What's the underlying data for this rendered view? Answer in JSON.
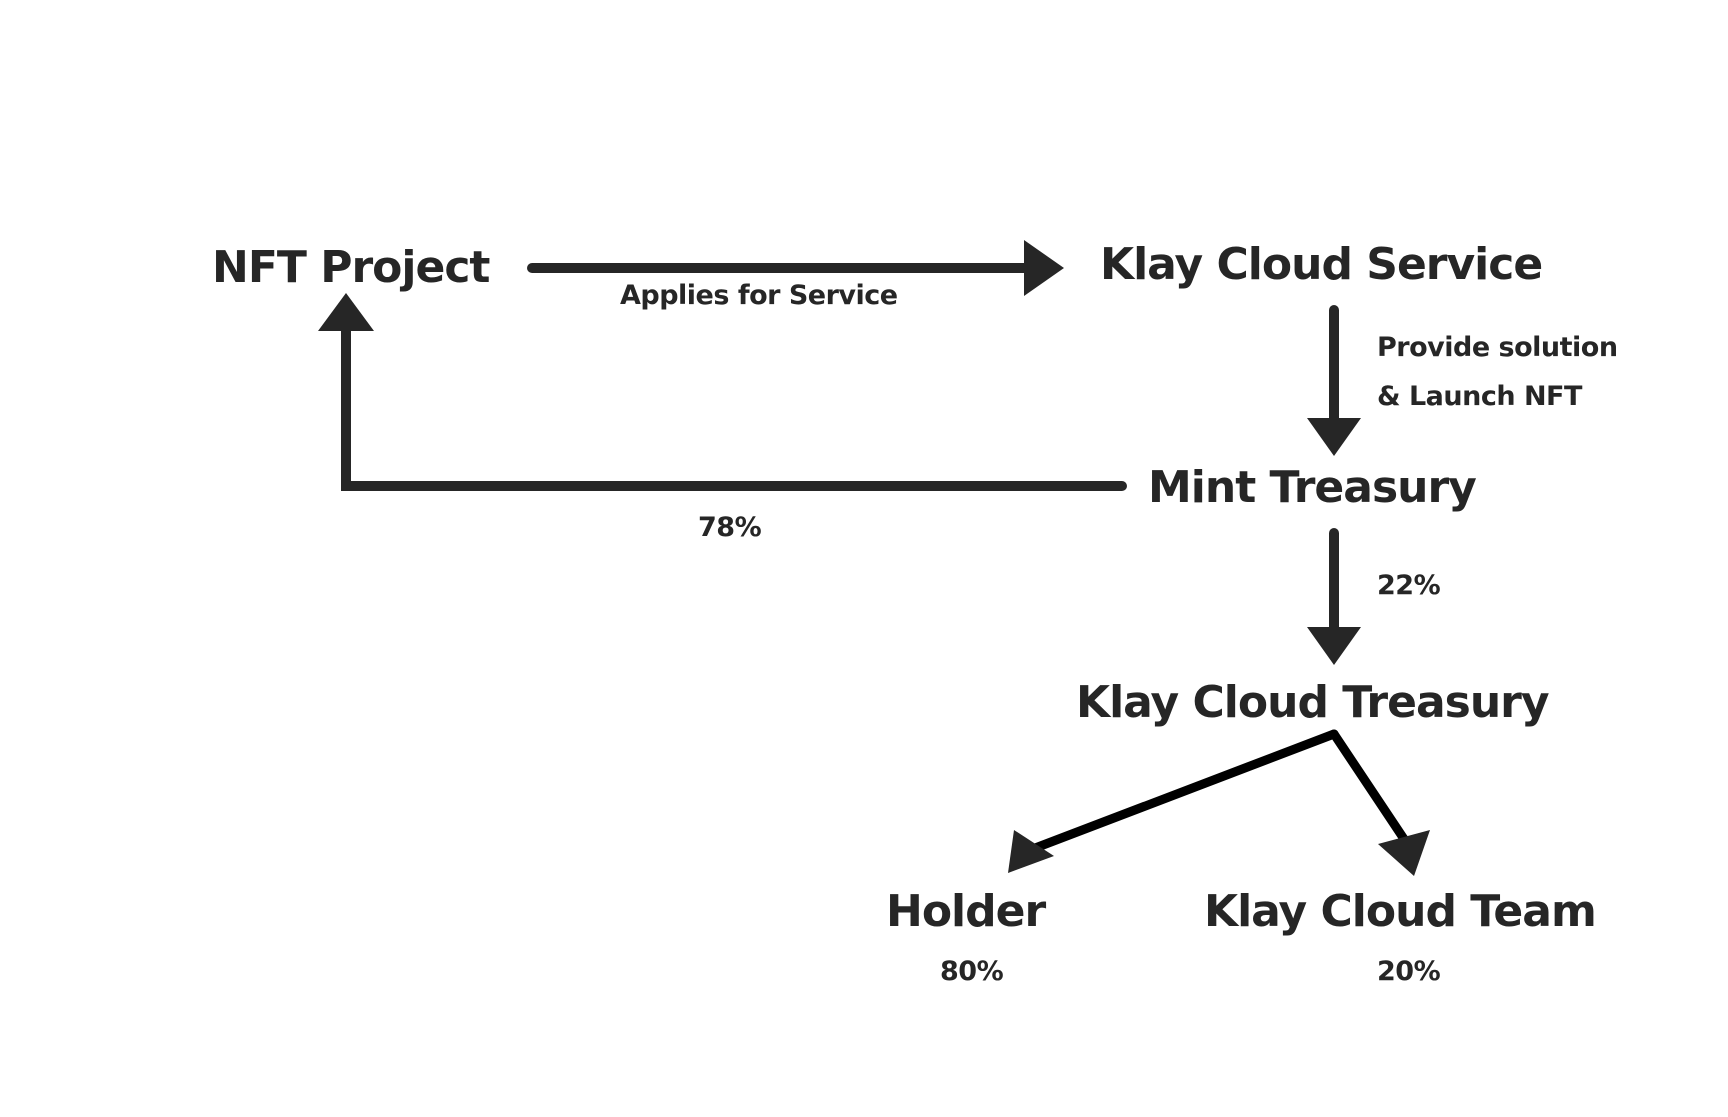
{
  "nodes": {
    "nft_project": "NFT Project",
    "klay_cloud_service": "Klay Cloud Service",
    "mint_treasury": "Mint Treasury",
    "klay_cloud_treasury": "Klay Cloud Treasury",
    "holder": "Holder",
    "klay_cloud_team": "Klay Cloud Team"
  },
  "edges": {
    "applies": "Applies for Service",
    "provide_line1": "Provide solution",
    "provide_line2": "& Launch NFT",
    "mint_to_project": "78%",
    "mint_to_treasury": "22%",
    "to_holder": "80%",
    "to_team": "20%"
  },
  "colors": {
    "ink": "#262626",
    "background": "#ffffff"
  }
}
